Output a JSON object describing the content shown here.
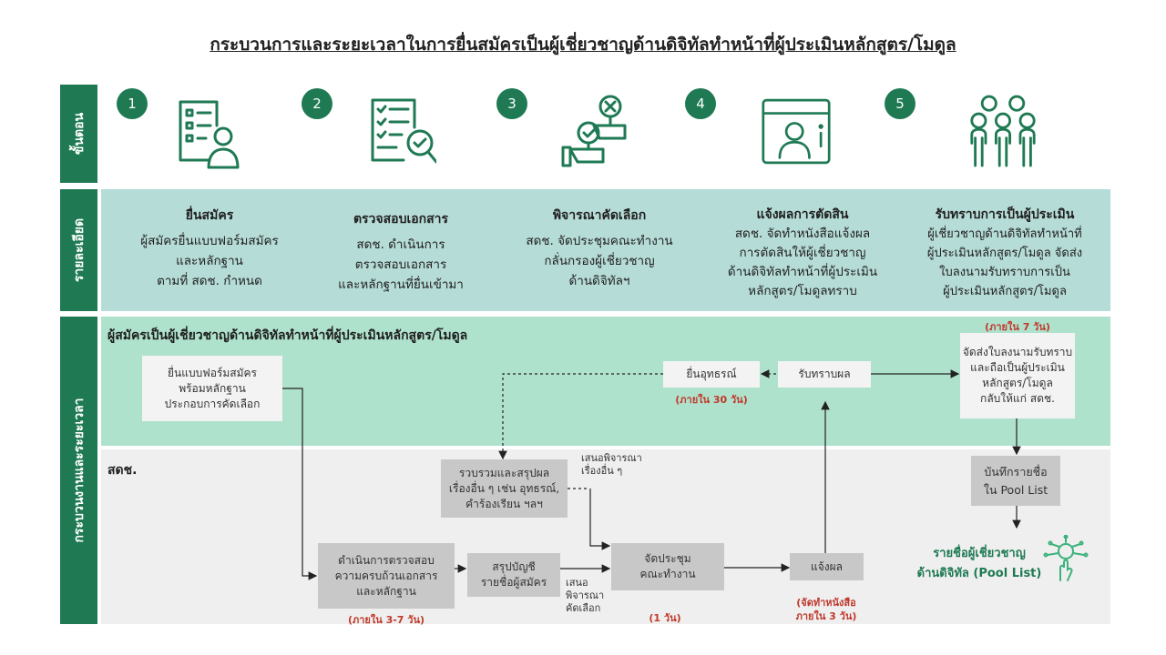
{
  "title": "กระบวนการและระยะเวลาในการยื่นสมัครเป็นผู้เชี่ยวชาญด้านดิจิทัลทำหน้าที่ผู้ประเมินหลักสูตร/โมดูล",
  "sidebar": {
    "steps": "ขั้นตอน",
    "details": "รายละเอียด",
    "process": "กระบวนงานและระยะเวลา"
  },
  "steps": [
    {
      "num": "1",
      "icon": "application-form-person-icon"
    },
    {
      "num": "2",
      "icon": "document-check-magnifier-icon"
    },
    {
      "num": "3",
      "icon": "accept-reject-hands-icon"
    },
    {
      "num": "4",
      "icon": "screen-person-announce-icon"
    },
    {
      "num": "5",
      "icon": "group-people-icon"
    }
  ],
  "details": [
    {
      "head": "ยื่นสมัคร",
      "lines": [
        "ผู้สมัครยื่นแบบฟอร์มสมัคร",
        "และหลักฐาน",
        "ตามที่ สดช. กำหนด"
      ]
    },
    {
      "head": "ตรวจสอบเอกสาร",
      "lines": [
        "สดช. ดำเนินการ",
        "ตรวจสอบเอกสาร",
        "และหลักฐานที่ยื่นเข้ามา"
      ]
    },
    {
      "head": "พิจารณาคัดเลือก",
      "lines": [
        "สดช. จัดประชุมคณะทำงาน",
        "กลั่นกรองผู้เชี่ยวชาญ",
        "ด้านดิจิทัลฯ"
      ]
    },
    {
      "head": "แจ้งผลการตัดสิน",
      "lines": [
        "สดช. จัดทำหนังสือแจ้งผล",
        "การตัดสินให้ผู้เชี่ยวชาญ",
        "ด้านดิจิทัลทำหน้าที่ผู้ประเมิน",
        "หลักสูตร/โมดูลทราบ"
      ]
    },
    {
      "head": "รับทราบการเป็นผู้ประเมิน",
      "lines": [
        "ผู้เชี่ยวชาญด้านดิจิทัลทำหน้าที่",
        "ผู้ประเมินหลักสูตร/โมดูล จัดส่ง",
        "ใบลงนามรับทราบการเป็น",
        "ผู้ประเมินหลักสูตร/โมดูล"
      ]
    }
  ],
  "lanes": {
    "applicant": "ผู้สมัครเป็นผู้เชี่ยวชาญด้านดิจิทัลทำหน้าที่ผู้ประเมินหลักสูตร/โมดูล",
    "office": "สดช."
  },
  "boxes": {
    "submit_form": [
      "ยื่นแบบฟอร์มสมัคร",
      "พร้อมหลักฐาน",
      "ประกอบการคัดเลือก"
    ],
    "appeal": "ยื่นอุทธรณ์",
    "acknowledge": "รับทราบผล",
    "send_sign": [
      "จัดส่งใบลงนามรับทราบ",
      "และถือเป็นผู้ประเมิน",
      "หลักสูตร/โมดูล",
      "กลับให้แก่ สดช."
    ],
    "collect": [
      "รวบรวมและสรุปผล",
      "เรื่องอื่น ๆ เช่น อุทธรณ์,",
      "คำร้องเรียน ฯลฯ"
    ],
    "check_docs": [
      "ดำเนินการตรวจสอบ",
      "ความครบถ้วนเอกสาร",
      "และหลักฐาน"
    ],
    "summary": [
      "สรุปบัญชี",
      "รายชื่อผู้สมัคร"
    ],
    "meeting": [
      "จัดประชุม",
      "คณะทำงาน"
    ],
    "notify": "แจ้งผล",
    "record": [
      "บันทึกรายชื่อ",
      "ใน Pool List"
    ]
  },
  "timings": {
    "within_7": "(ภายใน 7 วัน)",
    "within_30": "(ภายใน 30 วัน)",
    "within_3_7": "(ภายใน 3-7 วัน)",
    "one_day": "(1 วัน)",
    "letter_3": [
      "(จัดทำหนังสือ",
      "ภายใน 3 วัน)"
    ]
  },
  "notes": {
    "propose_other": [
      "เสนอพิจารณา",
      "เรื่องอื่น ๆ"
    ],
    "propose_select": [
      "เสนอ",
      "พิจารณา",
      "คัดเลือก"
    ]
  },
  "pool": {
    "lines": [
      "รายชื่อผู้เชี่ยวชาญ",
      "ด้านดิจิทัล (Pool List)"
    ],
    "icon": "ai-brain-hand-icon"
  },
  "colors": {
    "primary": "#1f7a54",
    "detail_band": "#b6dcd7",
    "applicant_band": "#afe2cd",
    "office_band": "#efefef",
    "deadline": "#c0392b"
  }
}
